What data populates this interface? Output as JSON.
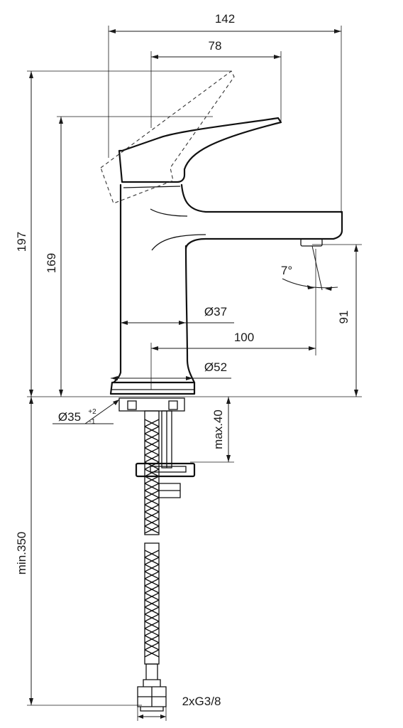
{
  "dimensions": {
    "overall_width": "142",
    "lever_reach": "78",
    "total_height": "197",
    "spout_top_height": "169",
    "outlet_height": "91",
    "spout_angle": "7°",
    "body_diameter": "Ø37",
    "spout_projection": "100",
    "base_diameter": "Ø52",
    "hole_diameter": "Ø35",
    "hole_tol_plus": "+2",
    "hole_tol_minus": "-1",
    "max_deck_thickness": "max.40",
    "hose_length": "min.350",
    "connection_thread": "2xG3/8"
  }
}
